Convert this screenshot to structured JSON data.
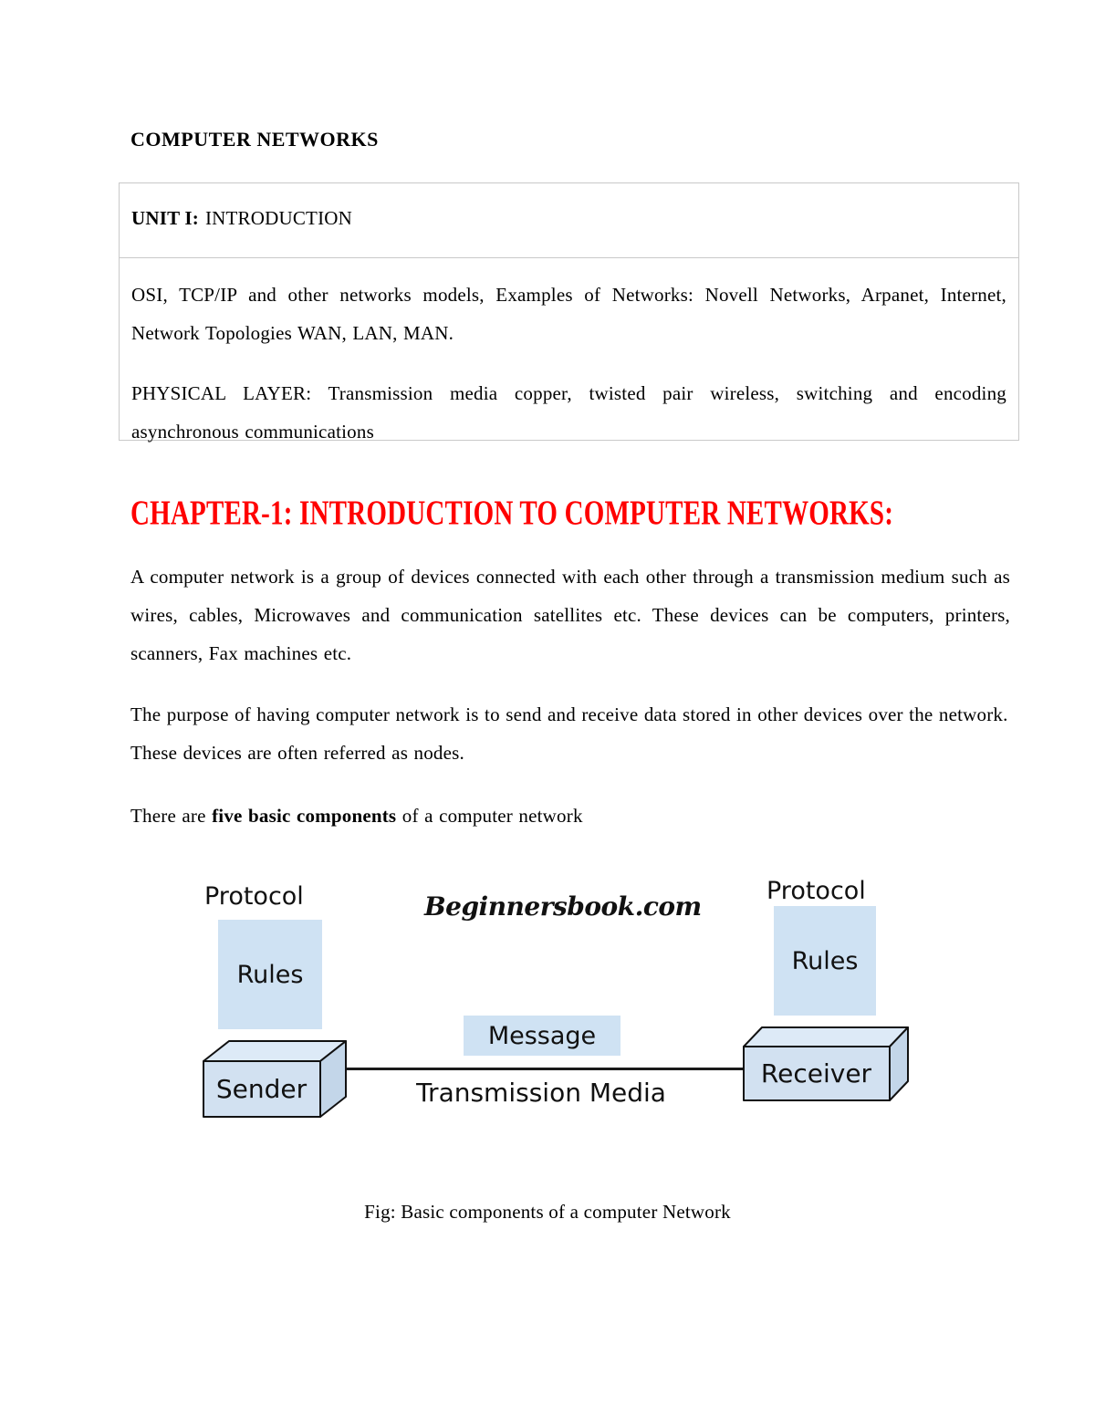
{
  "document": {
    "title": "COMPUTER NETWORKS",
    "unit_box": {
      "unit_label": "UNIT I:",
      "unit_title": "INTRODUCTION",
      "topics": "OSI, TCP/IP and other networks models, Examples of Networks: Novell Networks, Arpanet, Internet, Network Topologies WAN, LAN, MAN.",
      "physical_layer": "PHYSICAL LAYER: Transmission media copper, twisted pair wireless, switching and encoding asynchronous communications"
    },
    "chapter_heading": "CHAPTER-1: INTRODUCTION TO COMPUTER NETWORKS:",
    "paragraphs": [
      "A computer network is a group of devices connected with each other through a transmission medium such as wires, cables, Microwaves and communication satellites etc. These devices can be computers, printers, scanners, Fax machines etc.",
      "The purpose of having computer network is to send and receive data stored in other devices over the network. These devices are often referred as nodes."
    ],
    "components_line": {
      "prefix": "There are ",
      "bold": "five basic components",
      "suffix": " of a computer network"
    },
    "figure_caption": "Fig: Basic components of a computer Network"
  },
  "diagram": {
    "watermark": "Beginnersbook.com",
    "protocol_left": "Protocol",
    "protocol_right": "Protocol",
    "rules_left": "Rules",
    "rules_right": "Rules",
    "message": "Message",
    "transmission_media": "Transmission Media",
    "sender": "Sender",
    "receiver": "Receiver"
  },
  "colors": {
    "chapter_heading_red": "#ff0000",
    "diagram_box_blue": "#cfe2f3",
    "cuboid_front": "#d2e1f1",
    "cuboid_top": "#ddeaf7",
    "cuboid_side": "#c3d6e9",
    "cuboid_outline": "#111111",
    "table_border": "#c9c9c9"
  }
}
